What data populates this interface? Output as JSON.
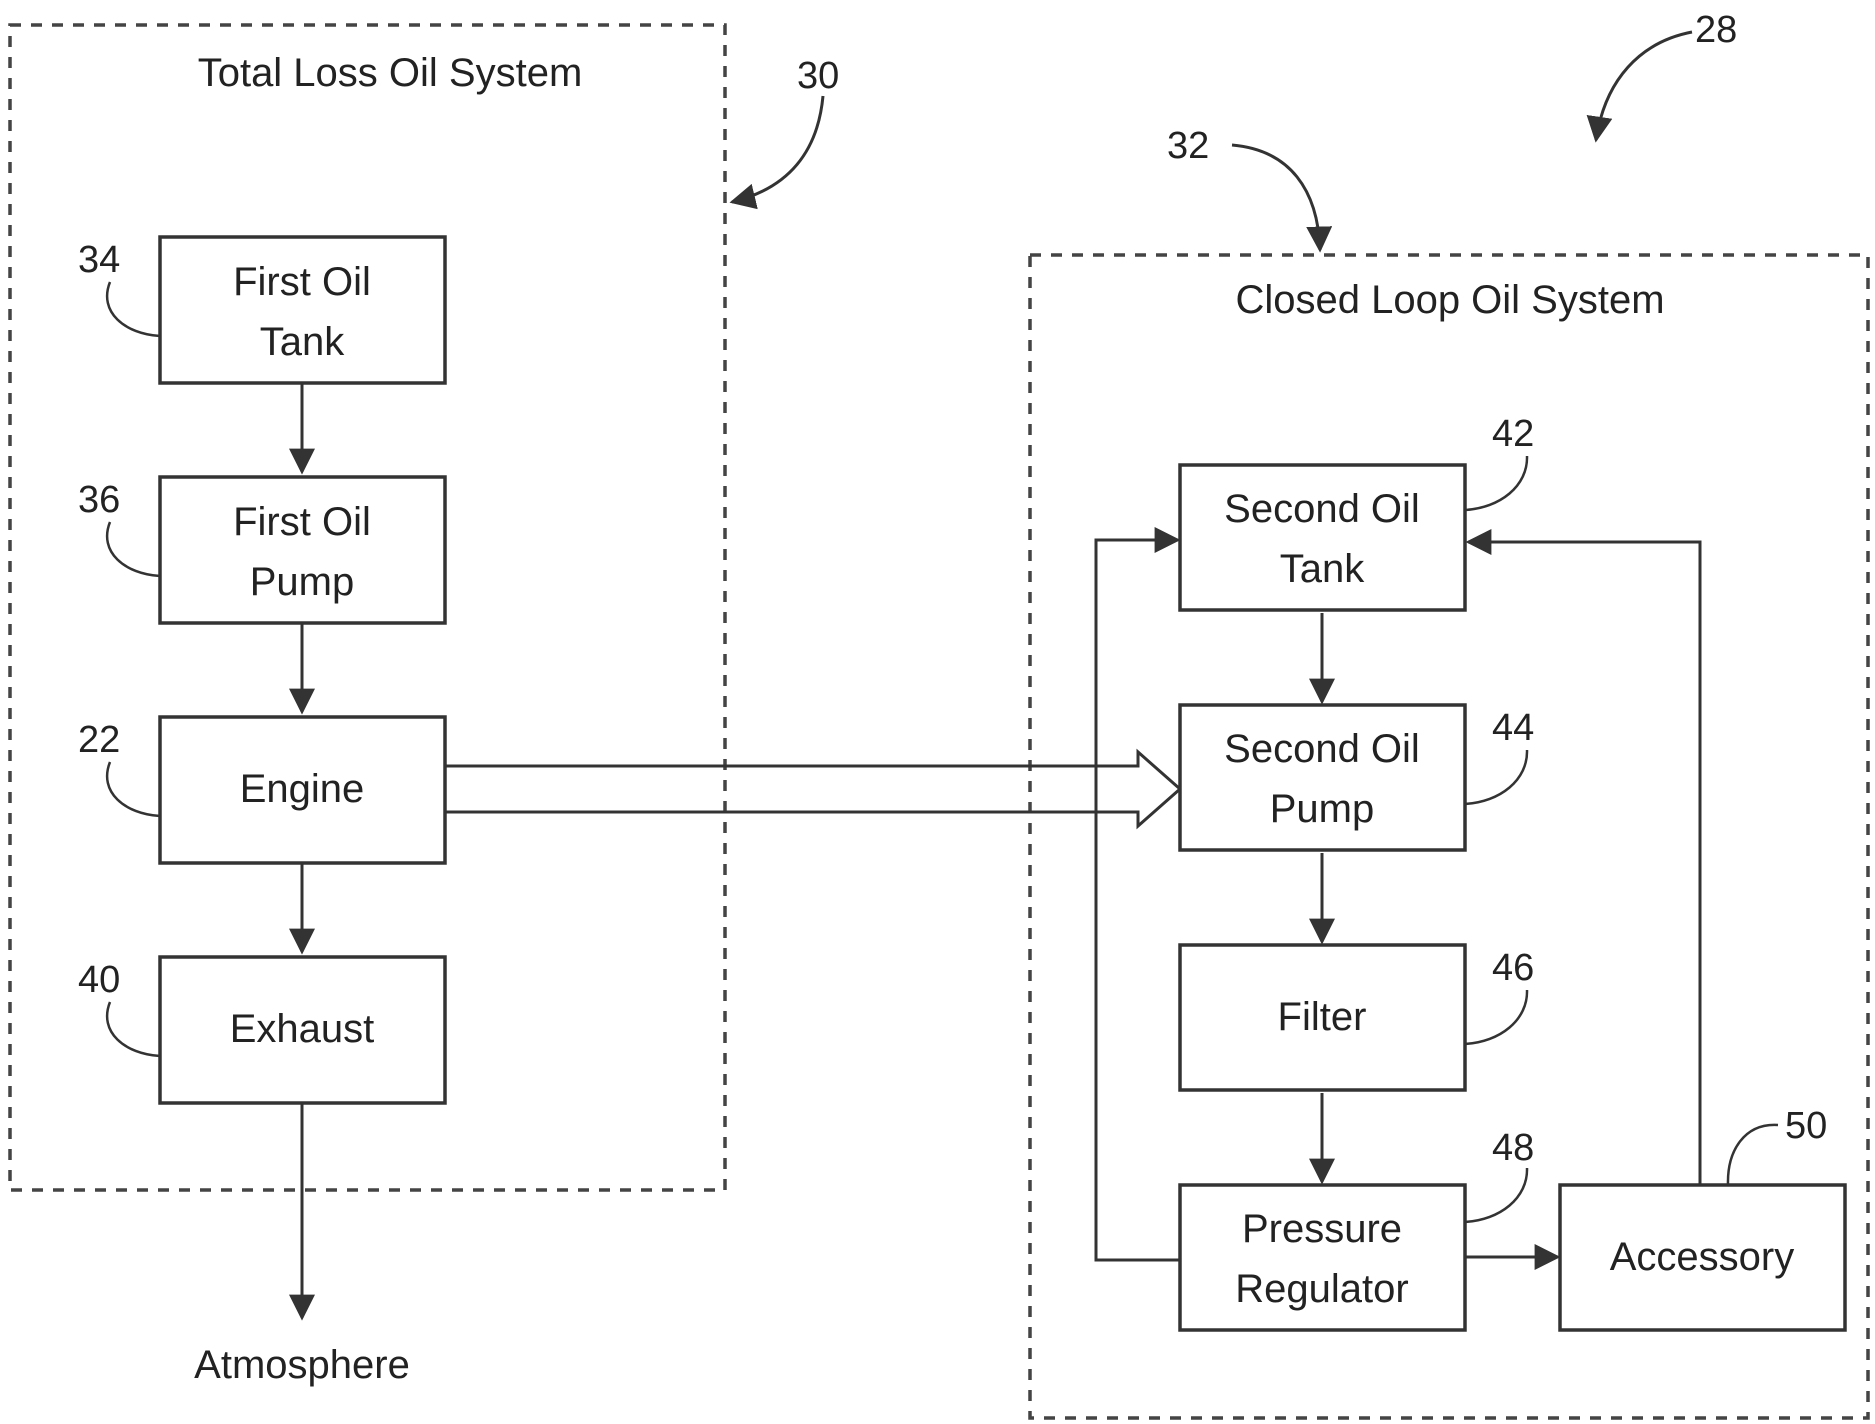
{
  "figure_ref": "28",
  "systems": {
    "total_loss": {
      "title": "Total Loss Oil System",
      "ref": "30"
    },
    "closed_loop": {
      "title": "Closed Loop Oil System",
      "ref": "32"
    }
  },
  "blocks": {
    "first_oil_tank": {
      "line1": "First Oil",
      "line2": "Tank",
      "ref": "34"
    },
    "first_oil_pump": {
      "line1": "First Oil",
      "line2": "Pump",
      "ref": "36"
    },
    "engine": {
      "label": "Engine",
      "ref": "22"
    },
    "exhaust": {
      "label": "Exhaust",
      "ref": "40"
    },
    "second_oil_tank": {
      "line1": "Second Oil",
      "line2": "Tank",
      "ref": "42"
    },
    "second_oil_pump": {
      "line1": "Second Oil",
      "line2": "Pump",
      "ref": "44"
    },
    "filter": {
      "label": "Filter",
      "ref": "46"
    },
    "pressure_regulator": {
      "line1": "Pressure",
      "line2": "Regulator",
      "ref": "48"
    },
    "accessory": {
      "label": "Accessory",
      "ref": "50"
    }
  },
  "atmosphere_label": "Atmosphere"
}
